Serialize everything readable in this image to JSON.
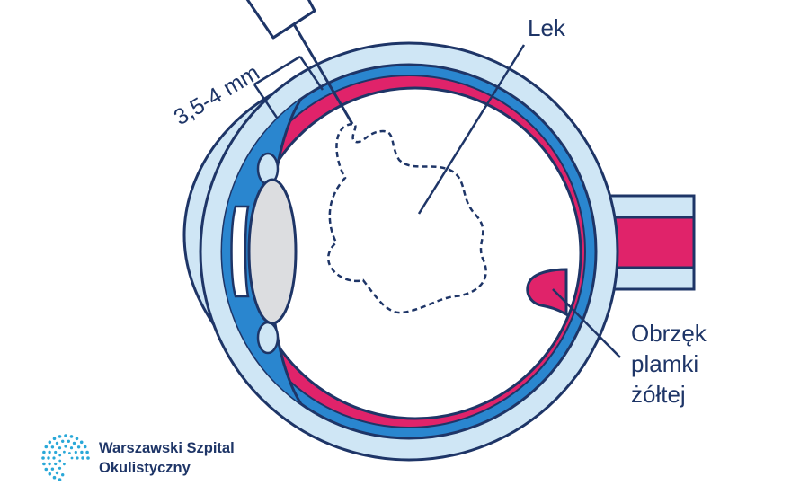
{
  "labels": {
    "drug": "Lek",
    "distance": "3,5-4 mm",
    "edema_line1": "Obrzęk",
    "edema_line2": "plamki",
    "edema_line3": "żółtej"
  },
  "logo": {
    "line1": "Warszawski Szpital",
    "line2": "Okulistyczny"
  },
  "colors": {
    "outline": "#1e3567",
    "sclera": "#cfe6f5",
    "choroid": "#2a86cf",
    "retina": "#e0236a",
    "lens": "#dcdde0",
    "logo_dots": "#2aa8d8"
  }
}
